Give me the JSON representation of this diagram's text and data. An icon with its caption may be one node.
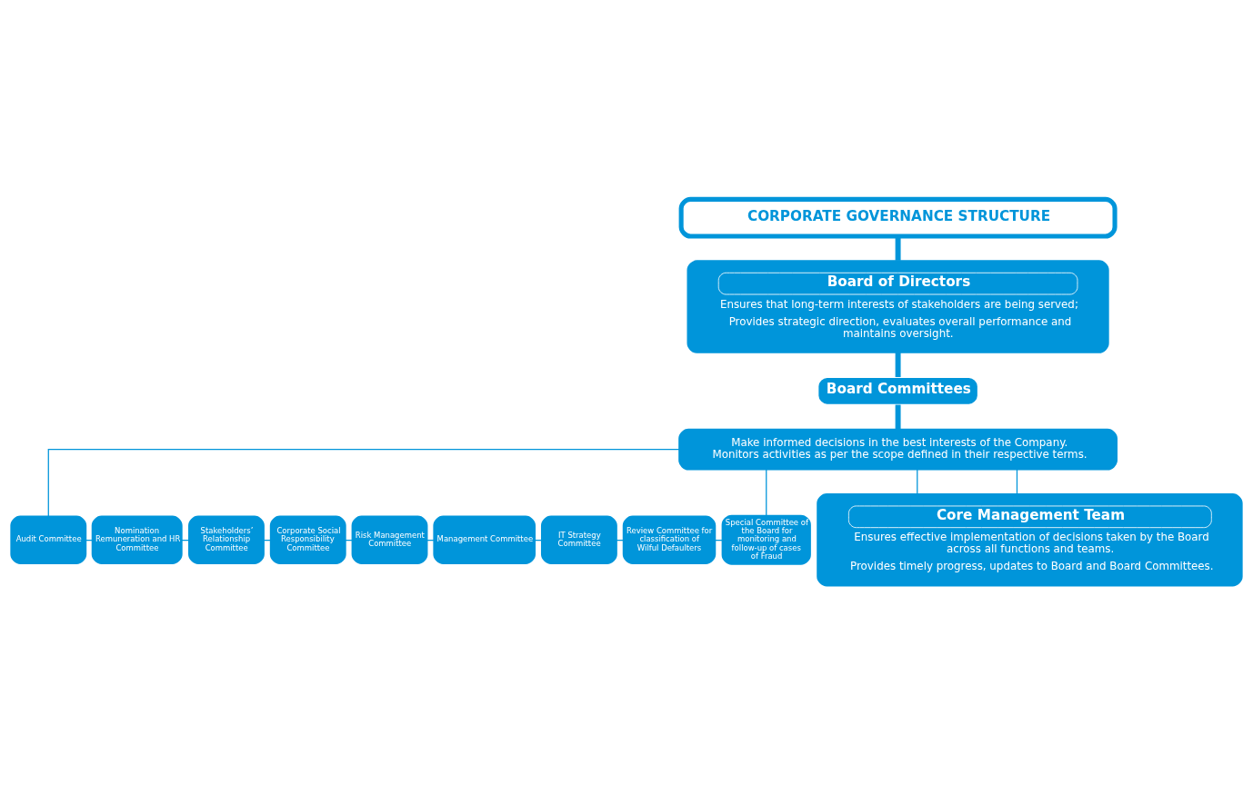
{
  "diagram": {
    "nodes": [
      {
        "text": [
          "CORPORATE GOVERNANCE STRUCTURE"
        ]
      },
      {
        "text": [
          "Board of Directors",
          "Ensures that long-term interests of stakeholders are being served;",
          "Provides strategic direction, evaluates overall performance and maintains oversight."
        ]
      },
      {
        "text": [
          "Board Committees"
        ]
      },
      {
        "text": [
          "Make informed decisions in the best interests of the Company.",
          "Monitors activities as per the scope defined in their respective terms."
        ]
      },
      {
        "text": [
          "Audit Committee"
        ]
      },
      {
        "text": [
          "Nomination Remuneration and HR Committee"
        ]
      },
      {
        "text": [
          "Stakeholders’ Relationship Committee"
        ]
      },
      {
        "text": [
          "Corporate Social Responsibility Committee"
        ]
      },
      {
        "text": [
          "Risk Management Committee"
        ]
      },
      {
        "text": [
          "Management Committee"
        ]
      },
      {
        "text": [
          "IT Strategy Committee"
        ]
      },
      {
        "text": [
          "Review Committee for classification of Wilful Defaulters"
        ]
      },
      {
        "text": [
          "Special Committee of the Board for monitoring and follow-up of cases of Fraud"
        ]
      },
      {
        "text": [
          "Core Management Team",
          "Ensures effective implementation of decisions taken by the Board across all functions and teams.",
          "Provides timely progress, updates to Board and Board Committees."
        ]
      }
    ],
    "edges": [
      {
        "from": 0,
        "to": 1,
        "arrow": "none",
        "style": "thick"
      },
      {
        "from": 1,
        "to": 2,
        "arrow": "none",
        "style": "thick"
      },
      {
        "from": 2,
        "to": 3,
        "arrow": "none",
        "style": "thick"
      },
      {
        "from": 3,
        "to": 4,
        "arrow": "none"
      },
      {
        "from": 3,
        "to": 13,
        "arrow": "none"
      },
      {
        "from": 4,
        "to": 5,
        "arrow": "none"
      },
      {
        "from": 5,
        "to": 6,
        "arrow": "none"
      },
      {
        "from": 6,
        "to": 7,
        "arrow": "none"
      },
      {
        "from": 7,
        "to": 8,
        "arrow": "none"
      },
      {
        "from": 8,
        "to": 9,
        "arrow": "none"
      },
      {
        "from": 9,
        "to": 10,
        "arrow": "none"
      },
      {
        "from": 10,
        "to": 11,
        "arrow": "none"
      },
      {
        "from": 11,
        "to": 12,
        "arrow": "none"
      },
      {
        "from": 3,
        "to": 12,
        "arrow": "none"
      },
      {
        "from": 3,
        "to": 13,
        "arrow": "none"
      }
    ]
  }
}
